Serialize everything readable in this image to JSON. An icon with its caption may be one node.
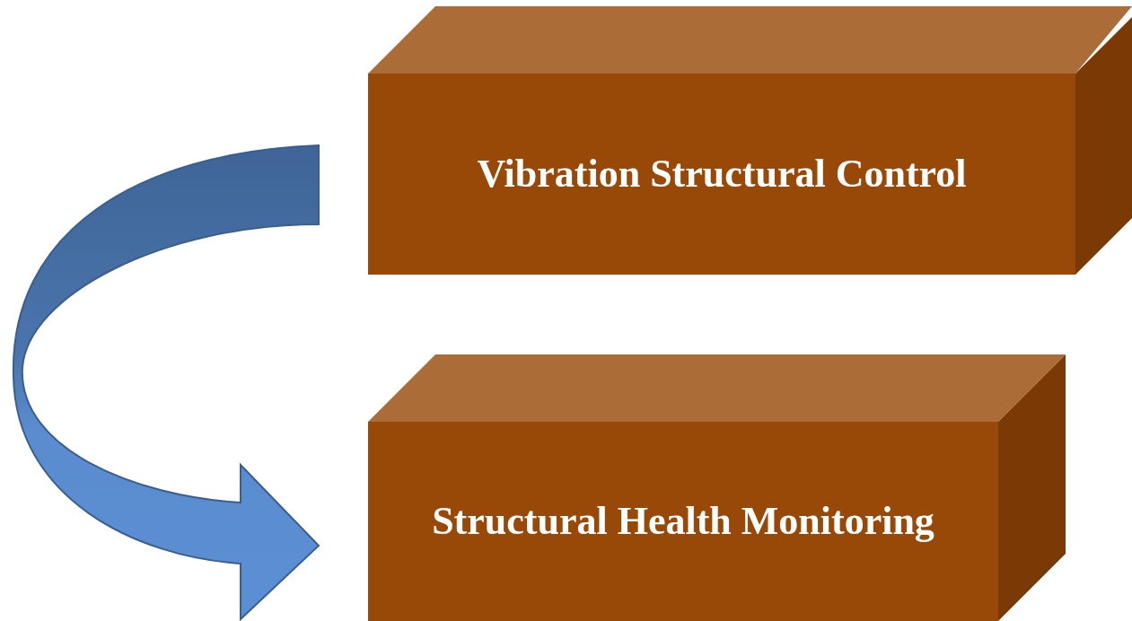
{
  "diagram": {
    "nodes": [
      {
        "text": [
          "Vibration Structural Control"
        ]
      },
      {
        "text": [
          "Structural Health Monitoring"
        ]
      }
    ],
    "edges": [
      {
        "from": 0,
        "to": 1,
        "arrow": "to"
      }
    ]
  }
}
